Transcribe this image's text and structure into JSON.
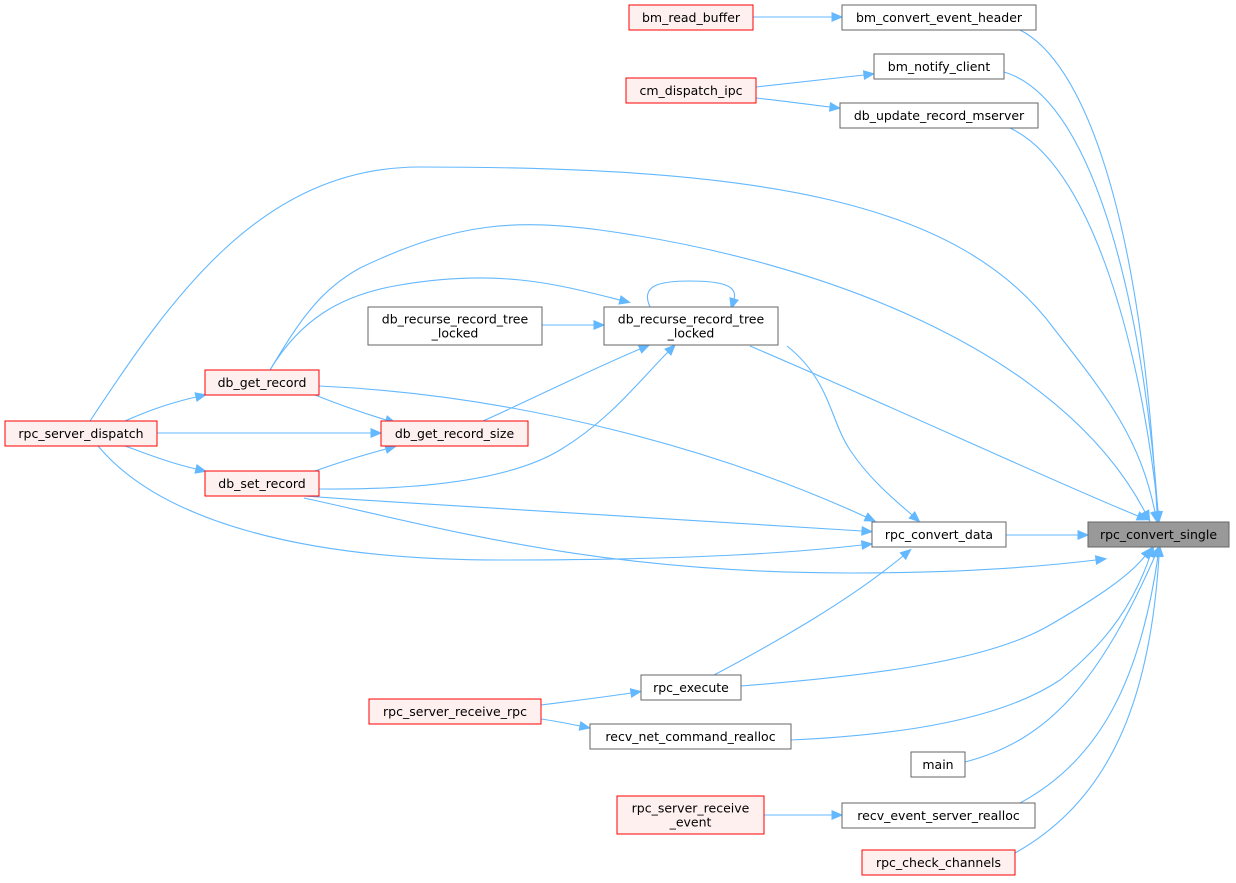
{
  "graph": {
    "colors": {
      "edge": "#63b8ff",
      "node_normal_fill": "#ffffff",
      "node_normal_border": "#666666",
      "node_truncated_fill": "#fff0f0",
      "node_truncated_border": "#ff0000",
      "node_root_fill": "#999999",
      "node_root_border": "#666666"
    },
    "nodes": [
      {
        "id": "rpc_convert_single",
        "lines": [
          "rpc_convert_single"
        ],
        "style": "root"
      },
      {
        "id": "bm_convert_event_header",
        "lines": [
          "bm_convert_event_header"
        ],
        "style": "normal"
      },
      {
        "id": "bm_read_buffer",
        "lines": [
          "bm_read_buffer"
        ],
        "style": "truncated"
      },
      {
        "id": "bm_notify_client",
        "lines": [
          "bm_notify_client"
        ],
        "style": "normal"
      },
      {
        "id": "cm_dispatch_ipc",
        "lines": [
          "cm_dispatch_ipc"
        ],
        "style": "truncated"
      },
      {
        "id": "db_update_record_mserver",
        "lines": [
          "db_update_record_mserver"
        ],
        "style": "normal"
      },
      {
        "id": "db_recurse_record_tree_locked_a",
        "lines": [
          "db_recurse_record_tree",
          "_locked"
        ],
        "style": "normal"
      },
      {
        "id": "db_recurse_record_tree_locked_b",
        "lines": [
          "db_recurse_record_tree",
          "_locked"
        ],
        "style": "normal"
      },
      {
        "id": "db_get_record",
        "lines": [
          "db_get_record"
        ],
        "style": "truncated"
      },
      {
        "id": "db_get_record_size",
        "lines": [
          "db_get_record_size"
        ],
        "style": "truncated"
      },
      {
        "id": "db_set_record",
        "lines": [
          "db_set_record"
        ],
        "style": "truncated"
      },
      {
        "id": "rpc_server_dispatch",
        "lines": [
          "rpc_server_dispatch"
        ],
        "style": "truncated"
      },
      {
        "id": "rpc_convert_data",
        "lines": [
          "rpc_convert_data"
        ],
        "style": "normal"
      },
      {
        "id": "rpc_execute",
        "lines": [
          "rpc_execute"
        ],
        "style": "normal"
      },
      {
        "id": "rpc_server_receive_rpc",
        "lines": [
          "rpc_server_receive_rpc"
        ],
        "style": "truncated"
      },
      {
        "id": "recv_net_command_realloc",
        "lines": [
          "recv_net_command_realloc"
        ],
        "style": "normal"
      },
      {
        "id": "main",
        "lines": [
          "main"
        ],
        "style": "normal"
      },
      {
        "id": "rpc_server_receive_event",
        "lines": [
          "rpc_server_receive",
          "_event"
        ],
        "style": "truncated"
      },
      {
        "id": "recv_event_server_realloc",
        "lines": [
          "recv_event_server_realloc"
        ],
        "style": "normal"
      },
      {
        "id": "rpc_check_channels",
        "lines": [
          "rpc_check_channels"
        ],
        "style": "truncated"
      }
    ],
    "edges": [
      {
        "from": "bm_read_buffer",
        "to": "bm_convert_event_header"
      },
      {
        "from": "cm_dispatch_ipc",
        "to": "bm_notify_client"
      },
      {
        "from": "cm_dispatch_ipc",
        "to": "db_update_record_mserver"
      },
      {
        "from": "bm_convert_event_header",
        "to": "rpc_convert_single"
      },
      {
        "from": "bm_notify_client",
        "to": "rpc_convert_single"
      },
      {
        "from": "db_update_record_mserver",
        "to": "rpc_convert_single"
      },
      {
        "from": "rpc_server_dispatch",
        "to": "rpc_convert_single"
      },
      {
        "from": "db_get_record",
        "to": "rpc_convert_single"
      },
      {
        "from": "db_get_record",
        "to": "db_recurse_record_tree_locked_b"
      },
      {
        "from": "db_recurse_record_tree_locked_b",
        "to": "db_recurse_record_tree_locked_b"
      },
      {
        "from": "db_recurse_record_tree_locked_a",
        "to": "db_recurse_record_tree_locked_b"
      },
      {
        "from": "db_get_record_size",
        "to": "db_recurse_record_tree_locked_b"
      },
      {
        "from": "db_set_record",
        "to": "db_recurse_record_tree_locked_b"
      },
      {
        "from": "db_recurse_record_tree_locked_b",
        "to": "rpc_convert_single"
      },
      {
        "from": "db_recurse_record_tree_locked_b",
        "to": "rpc_convert_data"
      },
      {
        "from": "rpc_server_dispatch",
        "to": "db_get_record"
      },
      {
        "from": "rpc_server_dispatch",
        "to": "db_get_record_size"
      },
      {
        "from": "rpc_server_dispatch",
        "to": "db_set_record"
      },
      {
        "from": "db_get_record",
        "to": "db_get_record_size"
      },
      {
        "from": "db_set_record",
        "to": "db_get_record_size"
      },
      {
        "from": "db_get_record",
        "to": "rpc_convert_data"
      },
      {
        "from": "db_set_record",
        "to": "rpc_convert_data"
      },
      {
        "from": "rpc_server_dispatch",
        "to": "rpc_convert_data"
      },
      {
        "from": "db_set_record",
        "to": "rpc_convert_single"
      },
      {
        "from": "rpc_convert_data",
        "to": "rpc_convert_single"
      },
      {
        "from": "rpc_execute",
        "to": "rpc_convert_data"
      },
      {
        "from": "rpc_server_receive_rpc",
        "to": "rpc_execute"
      },
      {
        "from": "rpc_server_receive_rpc",
        "to": "recv_net_command_realloc"
      },
      {
        "from": "rpc_execute",
        "to": "rpc_convert_single"
      },
      {
        "from": "recv_net_command_realloc",
        "to": "rpc_convert_single"
      },
      {
        "from": "main",
        "to": "rpc_convert_single"
      },
      {
        "from": "rpc_server_receive_event",
        "to": "recv_event_server_realloc"
      },
      {
        "from": "recv_event_server_realloc",
        "to": "rpc_convert_single"
      },
      {
        "from": "rpc_check_channels",
        "to": "rpc_convert_single"
      }
    ]
  }
}
